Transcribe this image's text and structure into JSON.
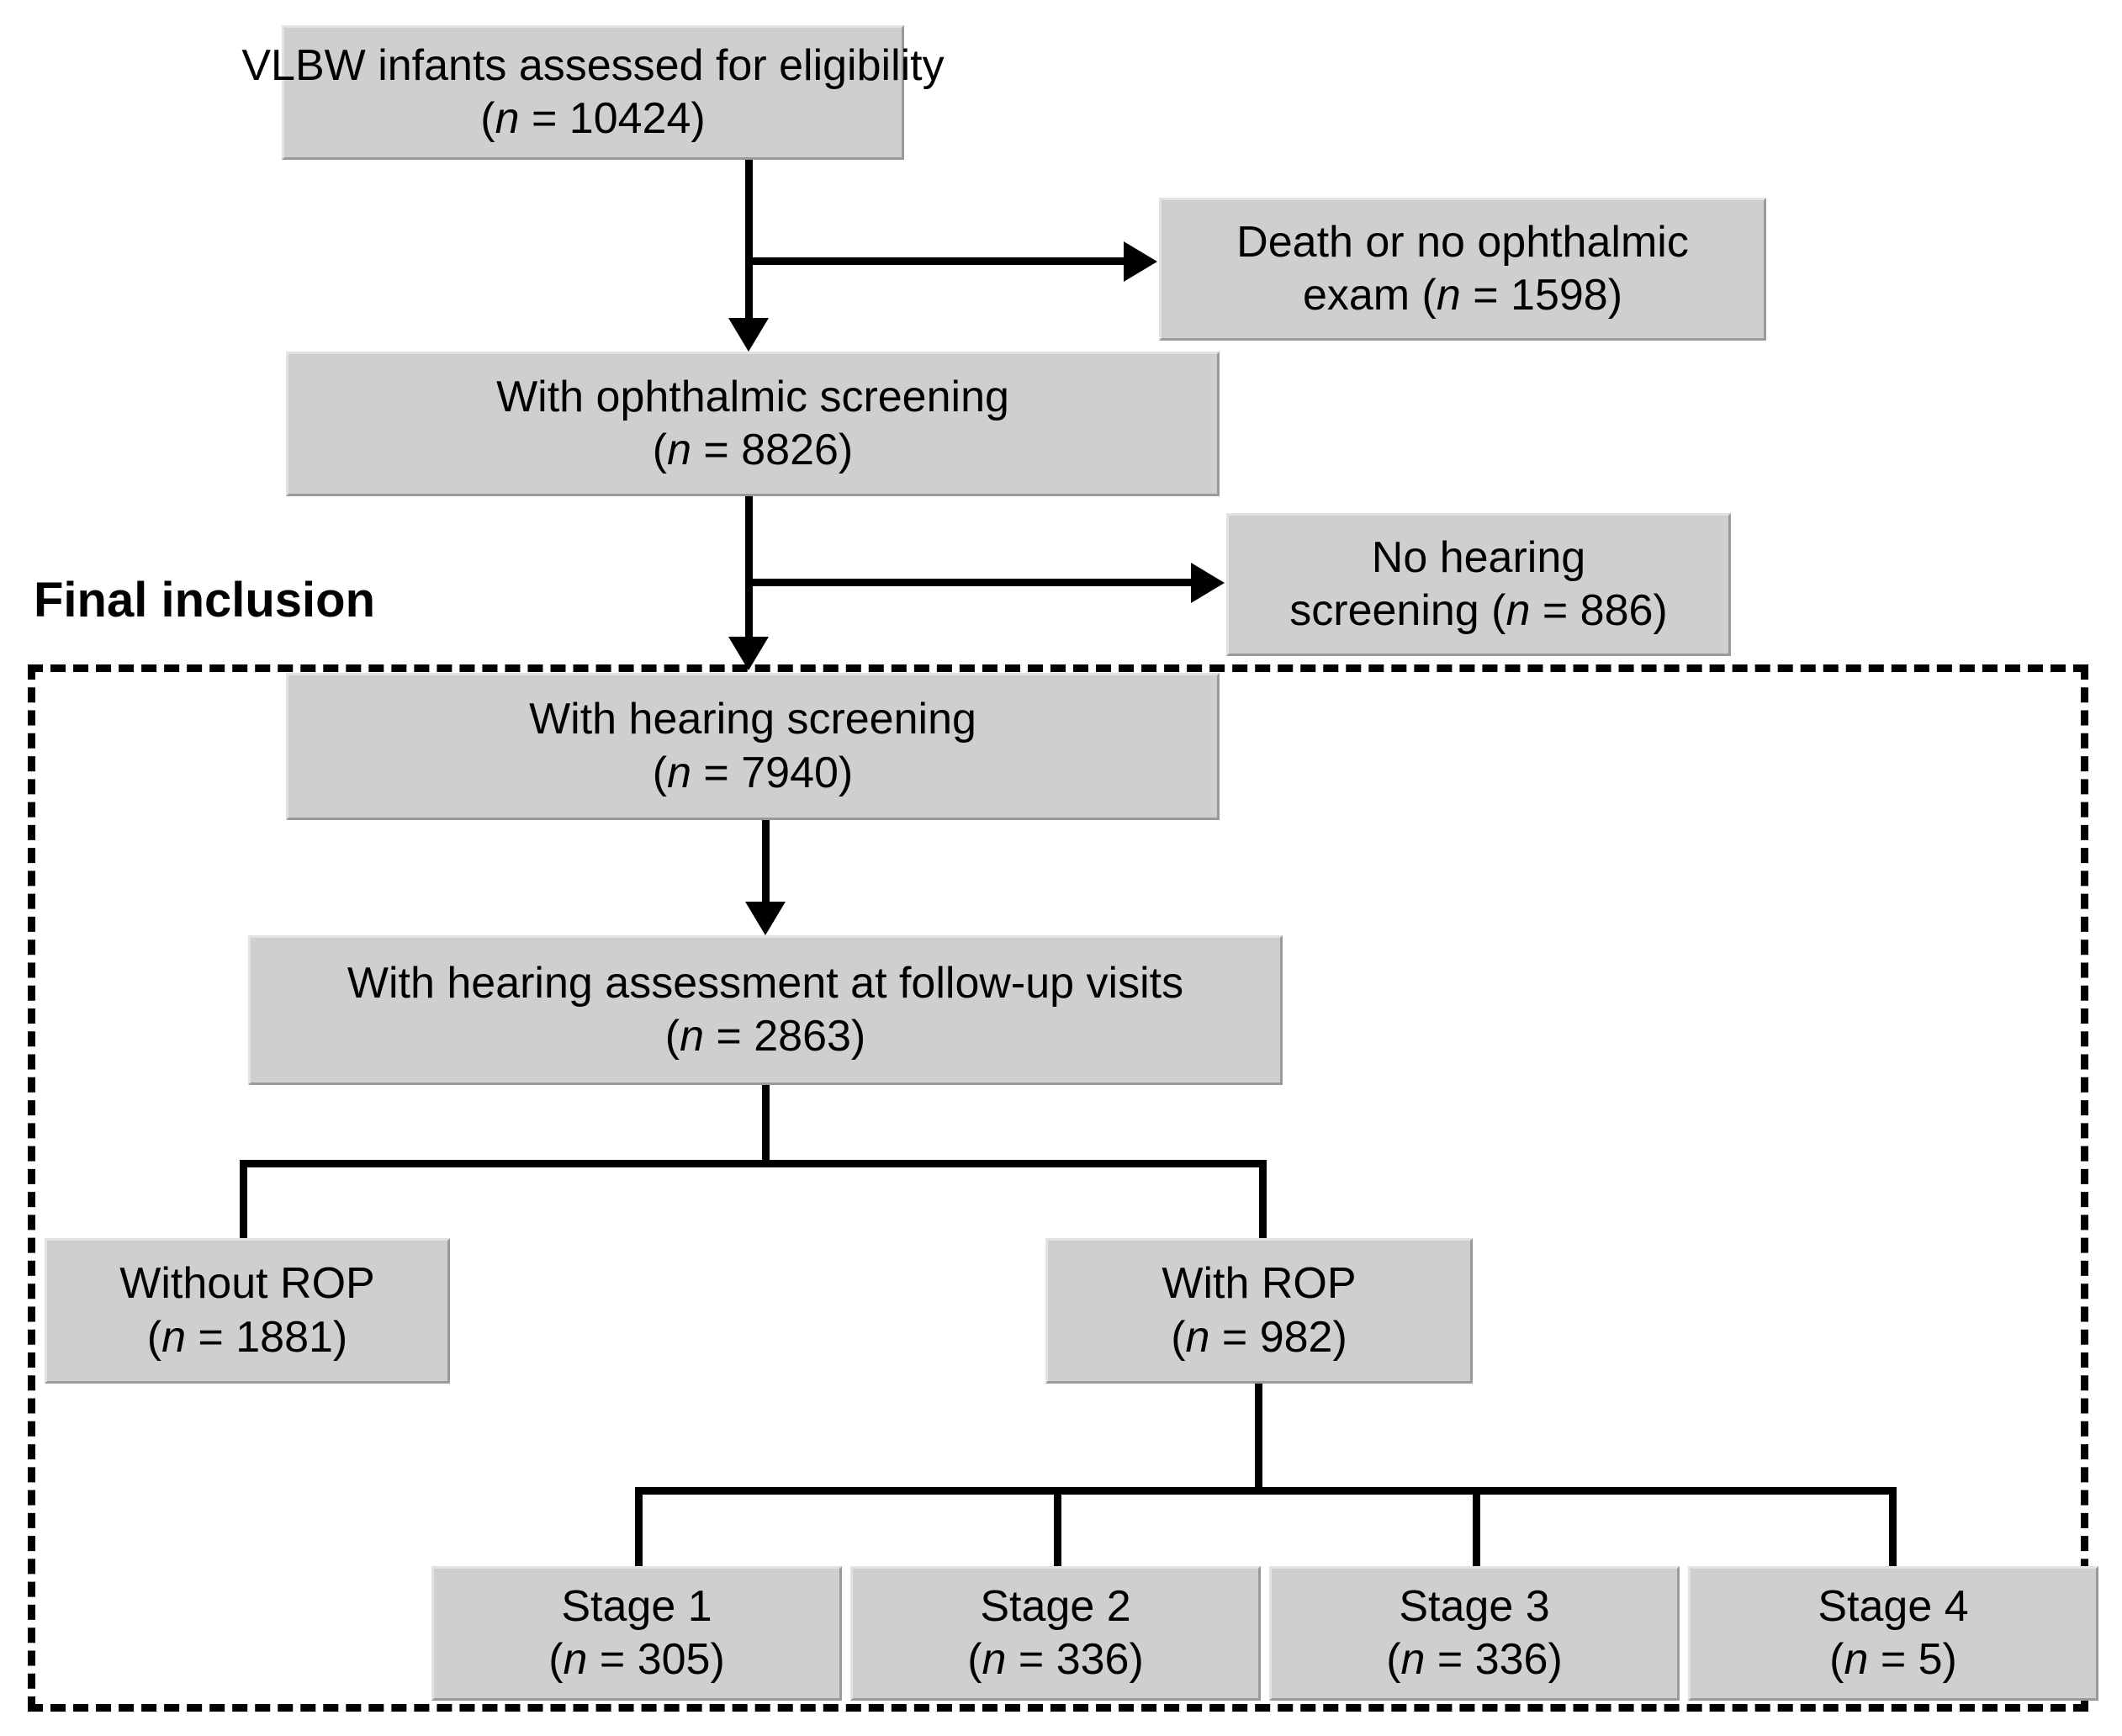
{
  "figure": {
    "type": "flowchart",
    "section_label": "Final inclusion",
    "nodes": {
      "assessed": {
        "line1": "VLBW infants assessed for eligibility",
        "n_prefix": "(",
        "n_var": "n",
        "n_rest": " = 10424)"
      },
      "excluded_ophthalmic": {
        "line1": "Death or no ophthalmic",
        "line2_pre": "exam (",
        "n_var": "n",
        "line2_post": " = 1598)"
      },
      "ophthalmic_screening": {
        "line1": "With ophthalmic screening",
        "n_prefix": "(",
        "n_var": "n",
        "n_rest": " = 8826)"
      },
      "no_hearing_screening": {
        "line1": "No hearing",
        "line2_pre": "screening (",
        "n_var": "n",
        "line2_post": " = 886)"
      },
      "hearing_screening": {
        "line1": "With hearing screening",
        "n_prefix": "(",
        "n_var": "n",
        "n_rest": " = 7940)"
      },
      "hearing_followup": {
        "line1": "With hearing assessment at follow-up visits",
        "n_prefix": "(",
        "n_var": "n",
        "n_rest": " = 2863)"
      },
      "without_rop": {
        "line1": "Without ROP",
        "n_prefix": "(",
        "n_var": "n",
        "n_rest": " = 1881)"
      },
      "with_rop": {
        "line1": "With ROP",
        "n_prefix": "(",
        "n_var": "n",
        "n_rest": " = 982)"
      },
      "stage1": {
        "line1": "Stage 1",
        "n_prefix": "(",
        "n_var": "n",
        "n_rest": " = 305)"
      },
      "stage2": {
        "line1": "Stage 2",
        "n_prefix": "(",
        "n_var": "n",
        "n_rest": " = 336)"
      },
      "stage3": {
        "line1": "Stage 3",
        "n_prefix": "(",
        "n_var": "n",
        "n_rest": " = 336)"
      },
      "stage4": {
        "line1": "Stage 4",
        "n_prefix": "(",
        "n_var": "n",
        "n_rest": " = 5)"
      }
    },
    "counts": {
      "assessed": 10424,
      "excluded_ophthalmic": 1598,
      "ophthalmic_screening": 8826,
      "no_hearing_screening": 886,
      "hearing_screening": 7940,
      "hearing_followup": 2863,
      "without_rop": 1881,
      "with_rop": 982,
      "stage1": 305,
      "stage2": 336,
      "stage3": 336,
      "stage4": 5
    },
    "colors": {
      "box_fill": "#cfcfcf",
      "box_border_light": "#e2e2e2",
      "box_border_dark": "#9a9a9a",
      "line": "#000000",
      "background": "#ffffff",
      "text": "#000000"
    }
  }
}
